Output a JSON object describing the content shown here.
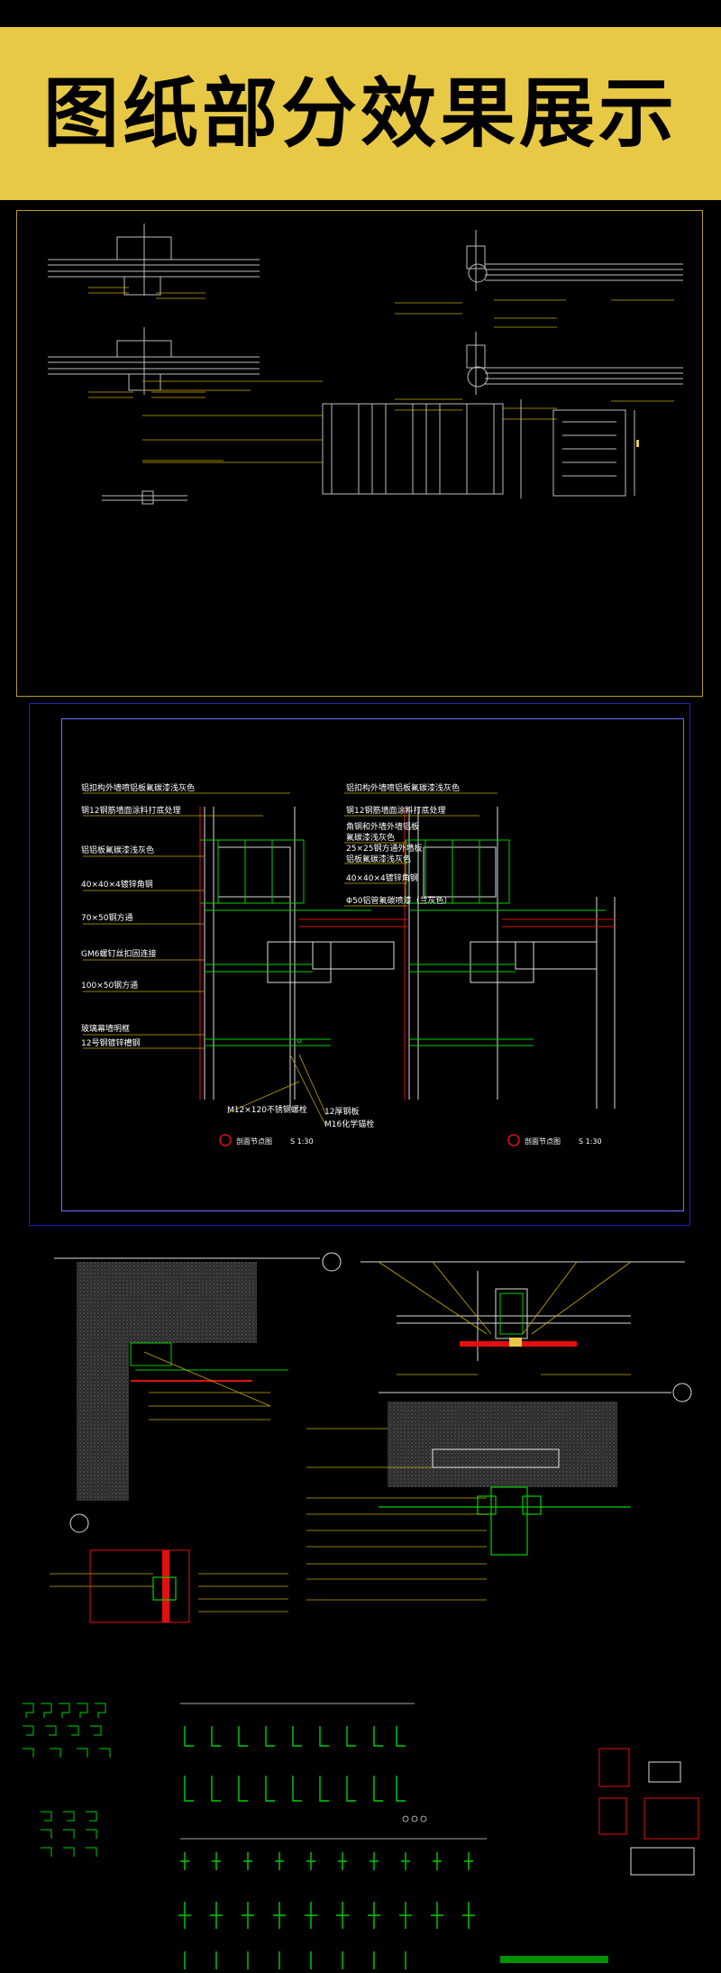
{
  "banner": {
    "title": "图纸部分效果展示"
  },
  "section2": {
    "left_labels": [
      "铝扣构外墙喷铝板氟碳漆浅灰色",
      "钢12钢筋墙面涂料打底处理",
      "铝铝板氟碳漆浅灰色",
      "40×40×4镀锌角钢",
      "70×50钢方通",
      "GM6螺钉丝扣固连接",
      "100×50钢方通",
      "玻璃幕墙明框",
      "12号钢镀锌槽钢"
    ],
    "right_labels": [
      "铝扣构外墙喷铝板氟碳漆浅灰色",
      "钢12钢筋墙面涂料打底处理",
      "角钢和外墙外墙铝板",
      "氟碳漆浅灰色",
      "25×25钢方通外墙板",
      "铝板氟碳漆浅灰色",
      "40×40×4镀锌角钢",
      "Φ50铝管氟碳喷漆（兰灰色）"
    ],
    "bottom_labels": [
      "M12×120不锈钢螺栓",
      "12厚钢板",
      "M16化学锚栓"
    ],
    "left_caption": "剖面节点图",
    "left_scale": "S 1:30",
    "right_caption": "剖面节点图",
    "right_scale": "S 1:30"
  },
  "colors": {
    "banner": "#e8c945",
    "cad_yellow": "#c8a800",
    "cad_green": "#00d000",
    "cad_red": "#e01010",
    "cad_blue": "#3030ff"
  }
}
